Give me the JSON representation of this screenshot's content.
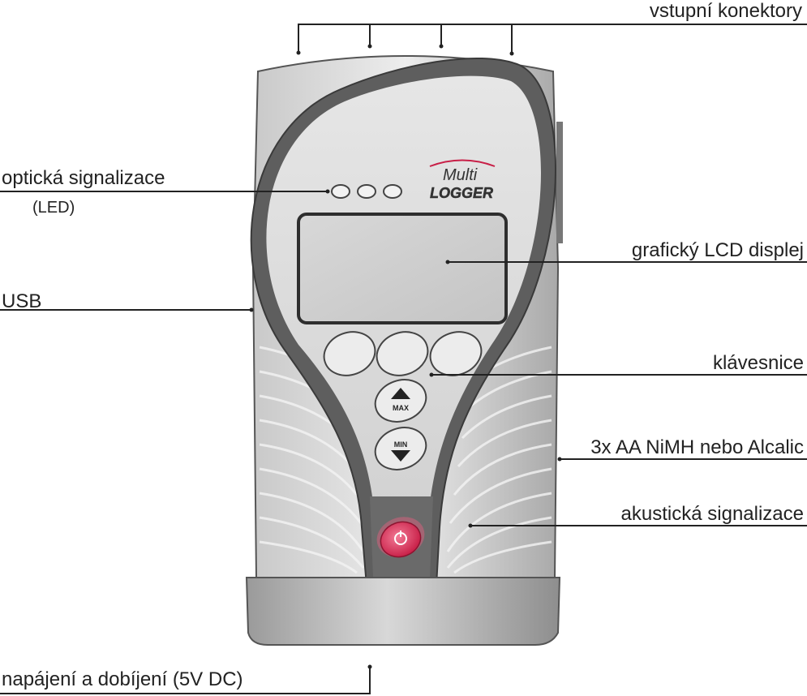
{
  "labels": {
    "connectors": "vstupní konektory",
    "led_main": "optická signalizace",
    "led_sub": "(LED)",
    "usb": "USB",
    "lcd": "grafický LCD displej",
    "keypad": "klávesnice",
    "batteries": "3x AA NiMH nebo Alcalic",
    "buzzer": "akustická signalizace",
    "power": "napájení a dobíjení (5V DC)"
  },
  "logo": {
    "line1": "Multi",
    "line2": "LOGGER"
  },
  "buttons": {
    "max": "MAX",
    "min": "MIN"
  },
  "colors": {
    "power_button": "#d4284f",
    "body_gray": "#b0b0b0",
    "rim_dark": "#5a5a5a",
    "face_light": "#e4e4e4"
  }
}
